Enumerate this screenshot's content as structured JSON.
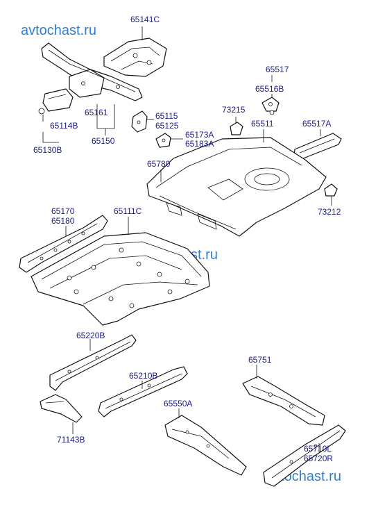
{
  "watermarks": {
    "top": "avtochast.ru",
    "middle": "avtochast.ru",
    "bottom": "avtochast.ru"
  },
  "labels": {
    "p65141C": "65141C",
    "p65114B": "65114B",
    "p65130B": "65130B",
    "p65161": "65161",
    "p65150": "65150",
    "p65115": "65115",
    "p65125": "65125",
    "p65173A": "65173A",
    "p65183A": "65183A",
    "p73215": "73215",
    "p65517": "65517",
    "p65516B": "65516B",
    "p65511": "65511",
    "p65517A": "65517A",
    "p65780": "65780",
    "p73212": "73212",
    "p65170": "65170",
    "p65180": "65180",
    "p65111C": "65111C",
    "p65220B": "65220B",
    "p65210B": "65210B",
    "p71143B": "71143B",
    "p65550A": "65550A",
    "p65751": "65751",
    "p65710L": "65710L",
    "p65720R": "65720R"
  }
}
